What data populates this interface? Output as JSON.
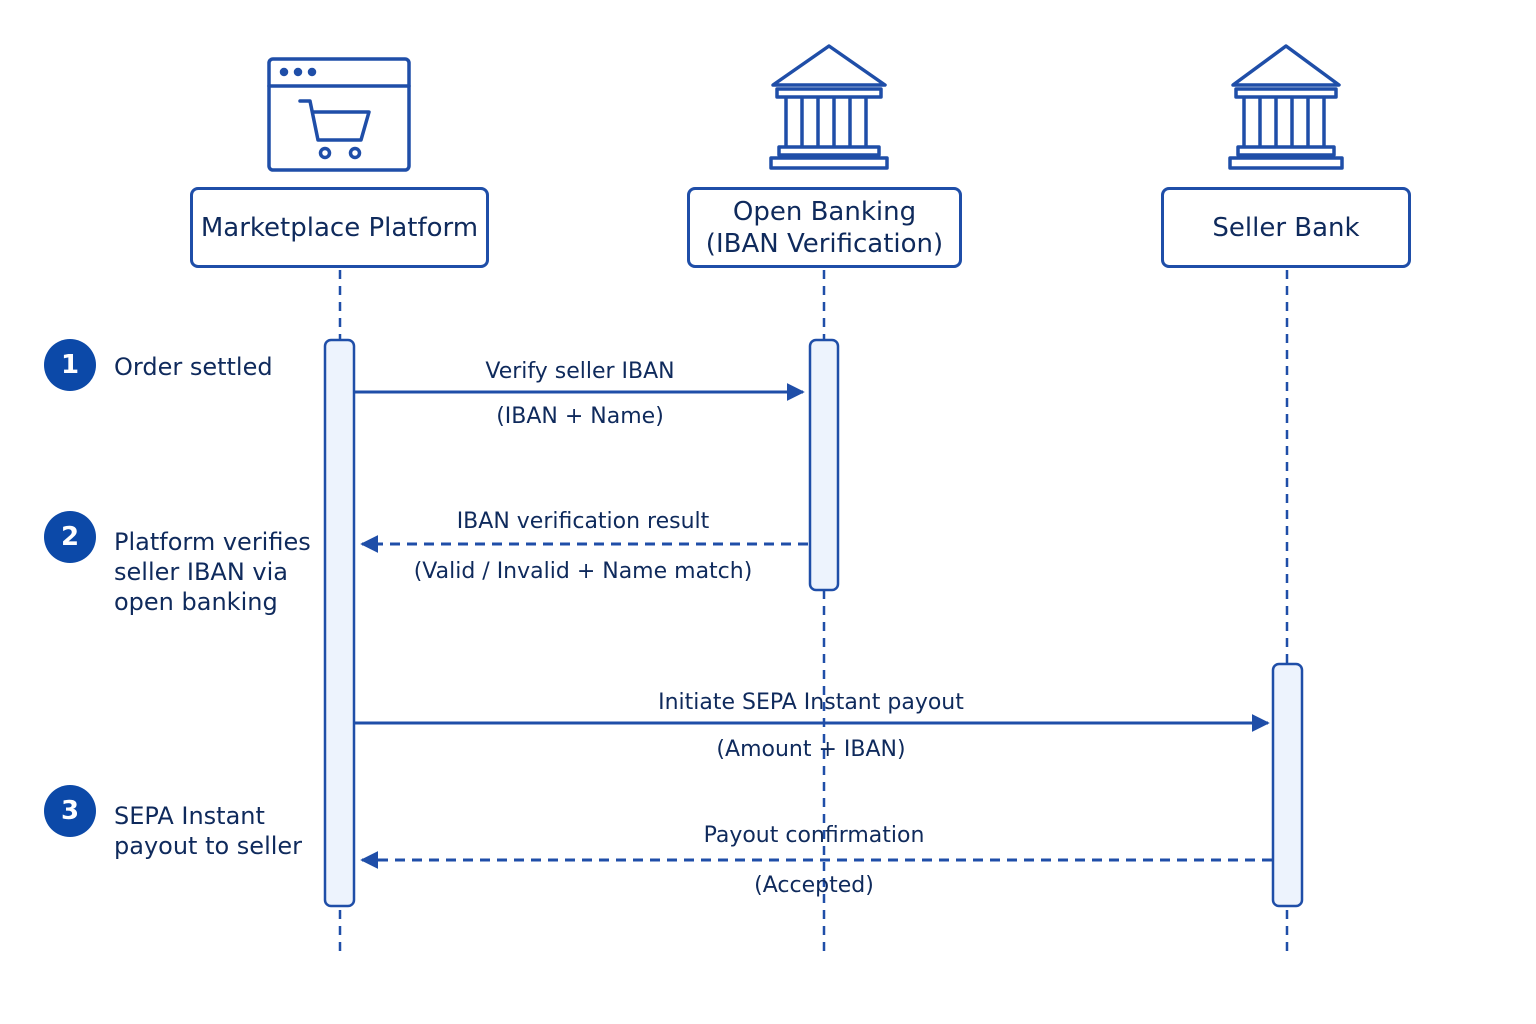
{
  "colors": {
    "primary": "#1f4ea8",
    "badge": "#0c49a8",
    "activation_fill": "#edf3fd",
    "text": "#0f2a5c"
  },
  "actors": [
    {
      "id": "platform",
      "icon": "shopping-cart-browser-icon",
      "label_lines": [
        "Marketplace Platform"
      ]
    },
    {
      "id": "openbanking",
      "icon": "bank-icon",
      "label_lines": [
        "Open Banking",
        "(IBAN Verification)"
      ]
    },
    {
      "id": "sellerbank",
      "icon": "bank-icon",
      "label_lines": [
        "Seller Bank"
      ]
    }
  ],
  "steps": [
    {
      "number": "1",
      "text_lines": [
        "Order settled"
      ]
    },
    {
      "number": "2",
      "text_lines": [
        "Platform verifies",
        "seller IBAN via",
        "open banking"
      ]
    },
    {
      "number": "3",
      "text_lines": [
        "SEPA Instant",
        "payout to seller"
      ]
    }
  ],
  "messages": [
    {
      "from": "platform",
      "to": "openbanking",
      "style": "solid",
      "label": "Verify seller IBAN",
      "sublabel": "(IBAN + Name)"
    },
    {
      "from": "openbanking",
      "to": "platform",
      "style": "dashed",
      "label": "IBAN verification result",
      "sublabel": "(Valid / Invalid + Name match)"
    },
    {
      "from": "platform",
      "to": "sellerbank",
      "style": "solid",
      "label": "Initiate SEPA Instant payout",
      "sublabel": "(Amount + IBAN)"
    },
    {
      "from": "sellerbank",
      "to": "platform",
      "style": "dashed",
      "label": "Payout confirmation",
      "sublabel": "(Accepted)"
    }
  ]
}
